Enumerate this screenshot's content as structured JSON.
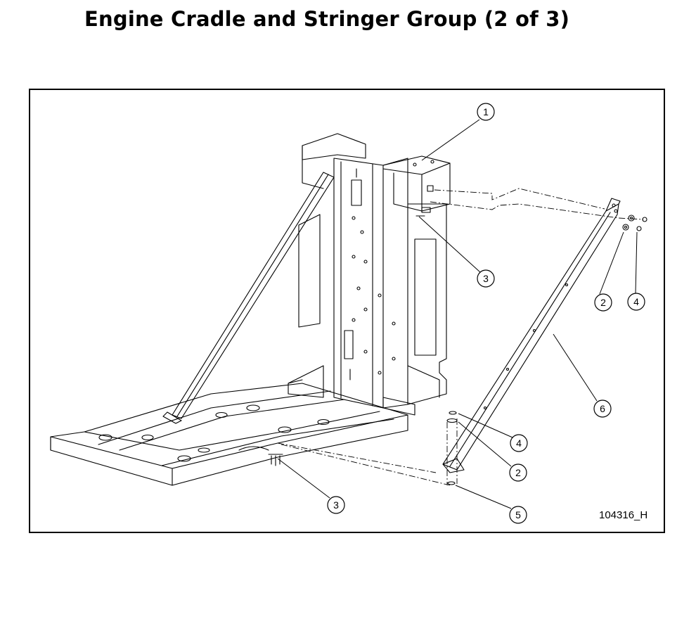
{
  "title": "Engine Cradle and Stringer Group (2 of 3)",
  "figure_id": "104316_H",
  "callouts": [
    {
      "label": "1"
    },
    {
      "label": "3"
    },
    {
      "label": "2"
    },
    {
      "label": "4"
    },
    {
      "label": "6"
    },
    {
      "label": "4"
    },
    {
      "label": "2"
    },
    {
      "label": "3"
    },
    {
      "label": "5"
    }
  ]
}
